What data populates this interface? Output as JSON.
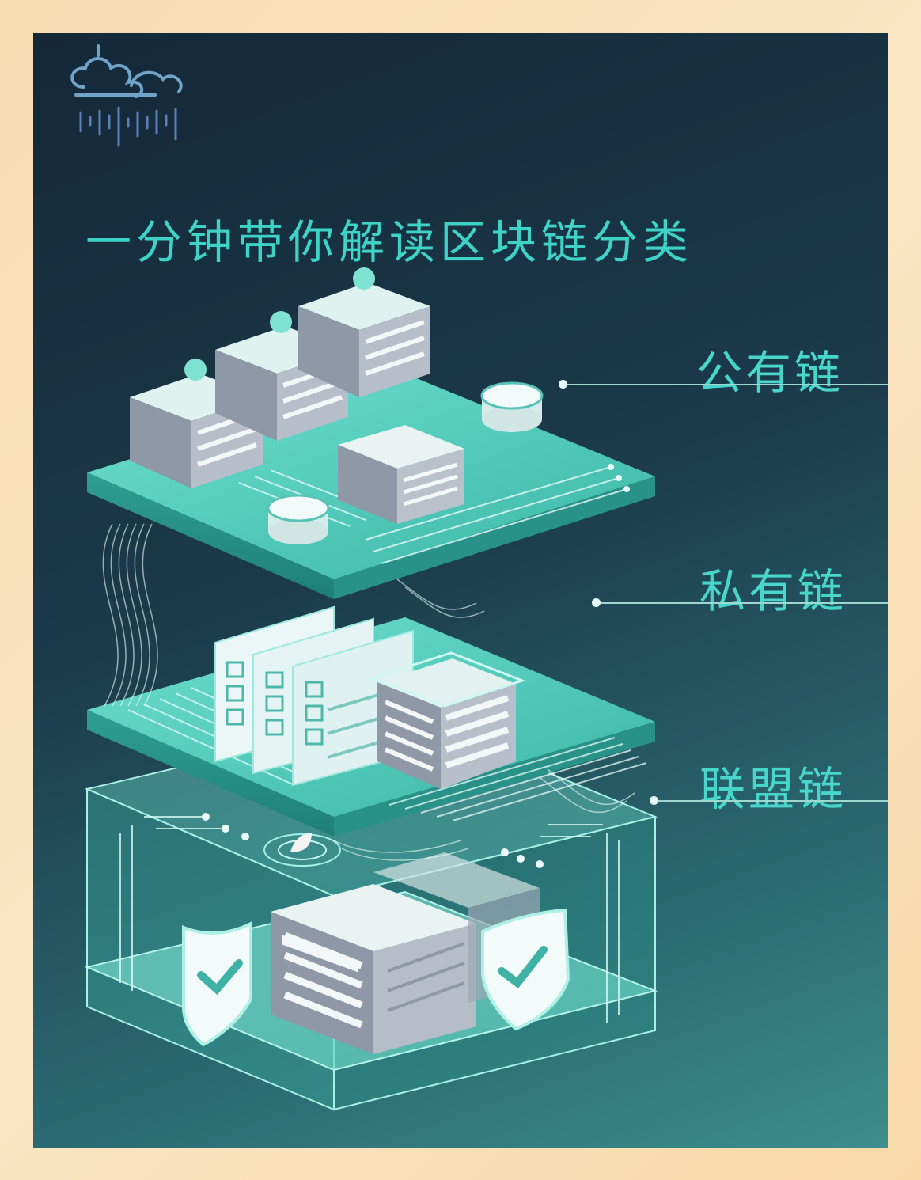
{
  "title": "一分钟带你解读区块链分类",
  "labels": {
    "public": "公有链",
    "private": "私有链",
    "consortium": "联盟链"
  },
  "icons": [
    "cloud-rain-logo-icon",
    "building-icon",
    "database-icon",
    "checklist-icon",
    "shield-check-icon",
    "server-icon"
  ],
  "colors": {
    "accent": "#3fd3c8",
    "platform": "#4fc7b8",
    "background_dark": "#142838",
    "frame": "#f8ddb0"
  }
}
